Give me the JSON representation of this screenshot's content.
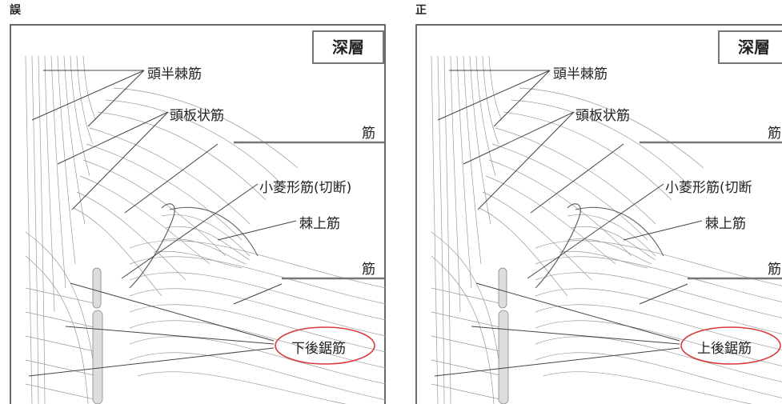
{
  "wrong": {
    "tag": "誤",
    "depth_label": "深層",
    "labels": {
      "semispinalis": "頭半棘筋",
      "splenius": "頭板状筋",
      "muscle_top": "筋",
      "rhomboid_minor": "小菱形筋(切断)",
      "supraspinatus": "棘上筋",
      "muscle_mid": "筋",
      "serratus": "下後鋸筋"
    }
  },
  "correct": {
    "tag": "正",
    "depth_label": "深層",
    "labels": {
      "semispinalis": "頭半棘筋",
      "splenius": "頭板状筋",
      "muscle_top": "筋",
      "rhomboid_minor": "小菱形筋(切断",
      "supraspinatus": "棘上筋",
      "muscle_mid": "筋",
      "serratus": "上後鋸筋"
    }
  },
  "colors": {
    "highlight": "#d83a3a",
    "line": "#444444",
    "frame": "#444444",
    "muscle": "#8a8a8a"
  }
}
